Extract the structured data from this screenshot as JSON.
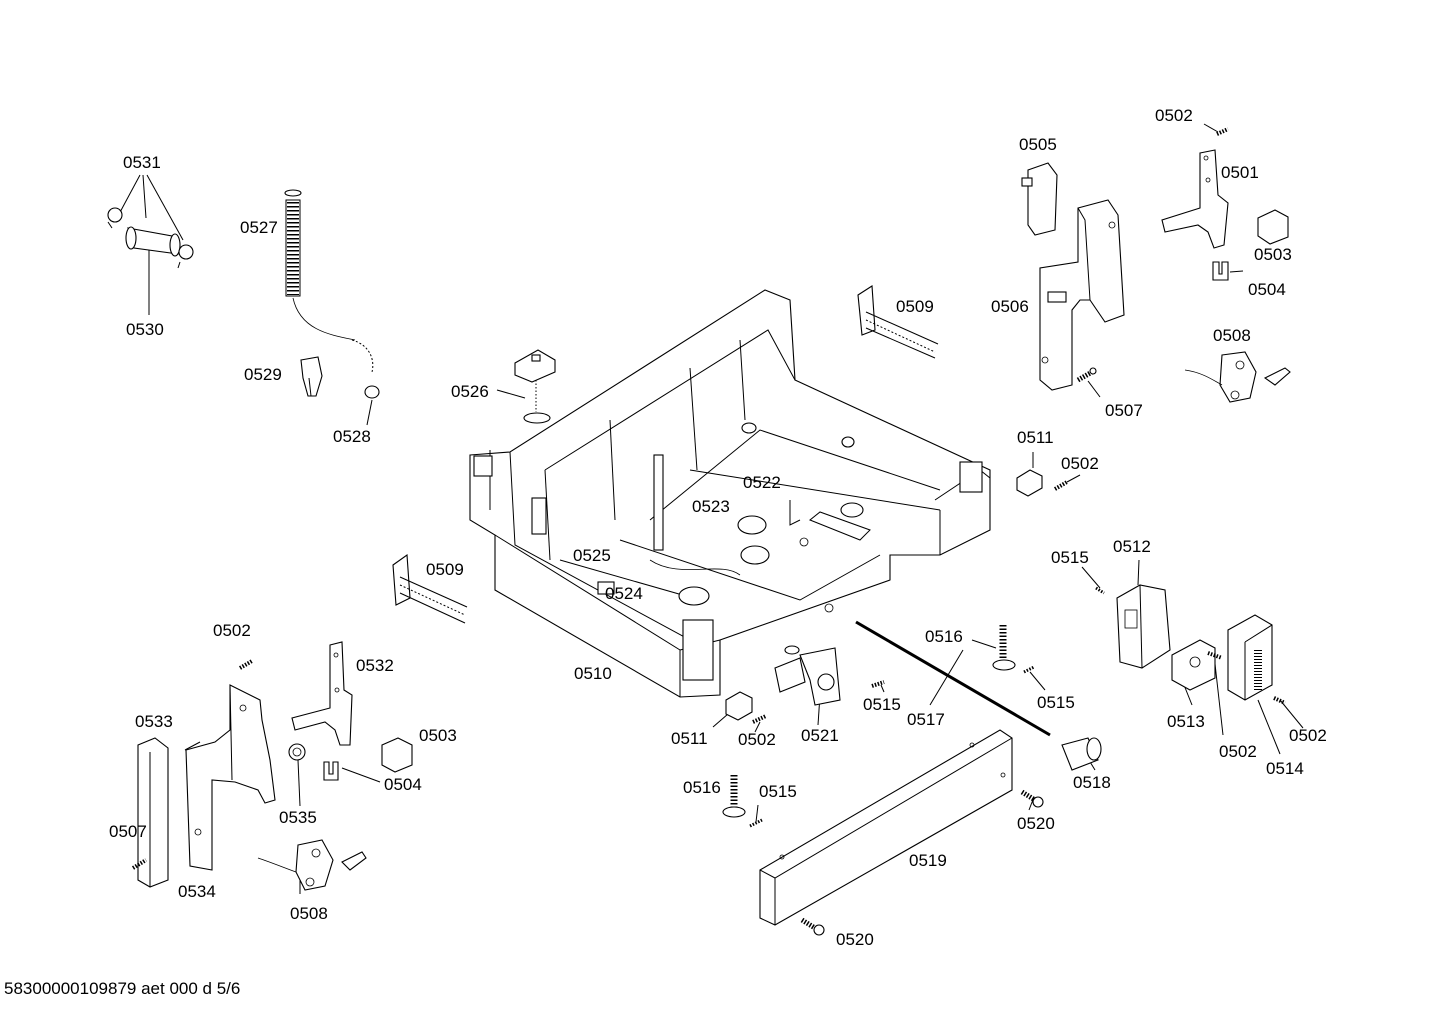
{
  "document_id": "58300000109879 aet 000 d 5/6",
  "labels": [
    {
      "text": "0502"
    },
    {
      "text": "0505"
    },
    {
      "text": "0501"
    },
    {
      "text": "0531"
    },
    {
      "text": "0503"
    },
    {
      "text": "0527"
    },
    {
      "text": "0504"
    },
    {
      "text": "0509"
    },
    {
      "text": "0506"
    },
    {
      "text": "0530"
    },
    {
      "text": "0508"
    },
    {
      "text": "0529"
    },
    {
      "text": "0526"
    },
    {
      "text": "0507"
    },
    {
      "text": "0528"
    },
    {
      "text": "0511"
    },
    {
      "text": "0502"
    },
    {
      "text": "0522"
    },
    {
      "text": "0523"
    },
    {
      "text": "0515"
    },
    {
      "text": "0512"
    },
    {
      "text": "0525"
    },
    {
      "text": "0509"
    },
    {
      "text": "0524"
    },
    {
      "text": "0502"
    },
    {
      "text": "0516"
    },
    {
      "text": "0532"
    },
    {
      "text": "0510"
    },
    {
      "text": "0515"
    },
    {
      "text": "0533"
    },
    {
      "text": "0515"
    },
    {
      "text": "0517"
    },
    {
      "text": "0503"
    },
    {
      "text": "0511"
    },
    {
      "text": "0502"
    },
    {
      "text": "0521"
    },
    {
      "text": "0513"
    },
    {
      "text": "0502"
    },
    {
      "text": "0502"
    },
    {
      "text": "0504"
    },
    {
      "text": "0518"
    },
    {
      "text": "0514"
    },
    {
      "text": "0516"
    },
    {
      "text": "0515"
    },
    {
      "text": "0535"
    },
    {
      "text": "0520"
    },
    {
      "text": "0507"
    },
    {
      "text": "0519"
    },
    {
      "text": "0534"
    },
    {
      "text": "0508"
    },
    {
      "text": "0520"
    }
  ]
}
